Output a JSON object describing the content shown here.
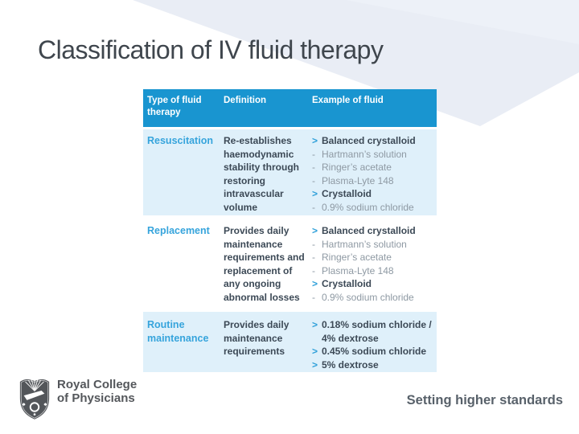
{
  "slide": {
    "title": "Classification of IV fluid therapy",
    "footer": {
      "org_line1": "Royal College",
      "org_line2": "of Physicians",
      "tagline": "Setting higher standards",
      "logo_icon": "rcp-crest-shield-icon"
    },
    "colors": {
      "header_bg": "#1995D0",
      "row_alt_bg": "#DFF0FA",
      "type_label": "#36A4DC",
      "dark_text": "#3C4956",
      "sub_text": "#8E99A3",
      "marker_blue": "#2D9FD9",
      "title_text": "#3F464D",
      "footer_text": "#54575B",
      "bg_chevron": "#E9EDF5"
    }
  },
  "table": {
    "headers": [
      "Type of fluid therapy",
      "Definition",
      "Example of fluid"
    ],
    "rows": [
      {
        "type": "Resuscitation",
        "definition": "Re-establishes haemodynamic stability through restoring intravascular volume",
        "examples": [
          {
            "marker": ">",
            "text": "Balanced crystalloid",
            "style": "main"
          },
          {
            "marker": "-",
            "text": "Hartmann’s solution",
            "style": "sub"
          },
          {
            "marker": "-",
            "text": "Ringer’s acetate",
            "style": "sub"
          },
          {
            "marker": "-",
            "text": "Plasma-Lyte 148",
            "style": "sub"
          },
          {
            "marker": ">",
            "text": "Crystalloid",
            "style": "main"
          },
          {
            "marker": "-",
            "text": "0.9% sodium chloride",
            "style": "sub"
          }
        ]
      },
      {
        "type": "Replacement",
        "definition": "Provides daily maintenance requirements and replacement of any ongoing abnormal losses",
        "examples": [
          {
            "marker": ">",
            "text": "Balanced crystalloid",
            "style": "main"
          },
          {
            "marker": "-",
            "text": "Hartmann’s solution",
            "style": "sub"
          },
          {
            "marker": "-",
            "text": "Ringer’s acetate",
            "style": "sub"
          },
          {
            "marker": "-",
            "text": "Plasma-Lyte 148",
            "style": "sub"
          },
          {
            "marker": ">",
            "text": "Crystalloid",
            "style": "main"
          },
          {
            "marker": "-",
            "text": "0.9% sodium chloride",
            "style": "sub"
          }
        ]
      },
      {
        "type": "Routine maintenance",
        "definition": "Provides daily maintenance requirements",
        "examples": [
          {
            "marker": ">",
            "text": "0.18% sodium chloride / 4% dextrose",
            "style": "main"
          },
          {
            "marker": ">",
            "text": "0.45% sodium chloride",
            "style": "main"
          },
          {
            "marker": ">",
            "text": "5% dextrose",
            "style": "main"
          }
        ]
      }
    ]
  }
}
